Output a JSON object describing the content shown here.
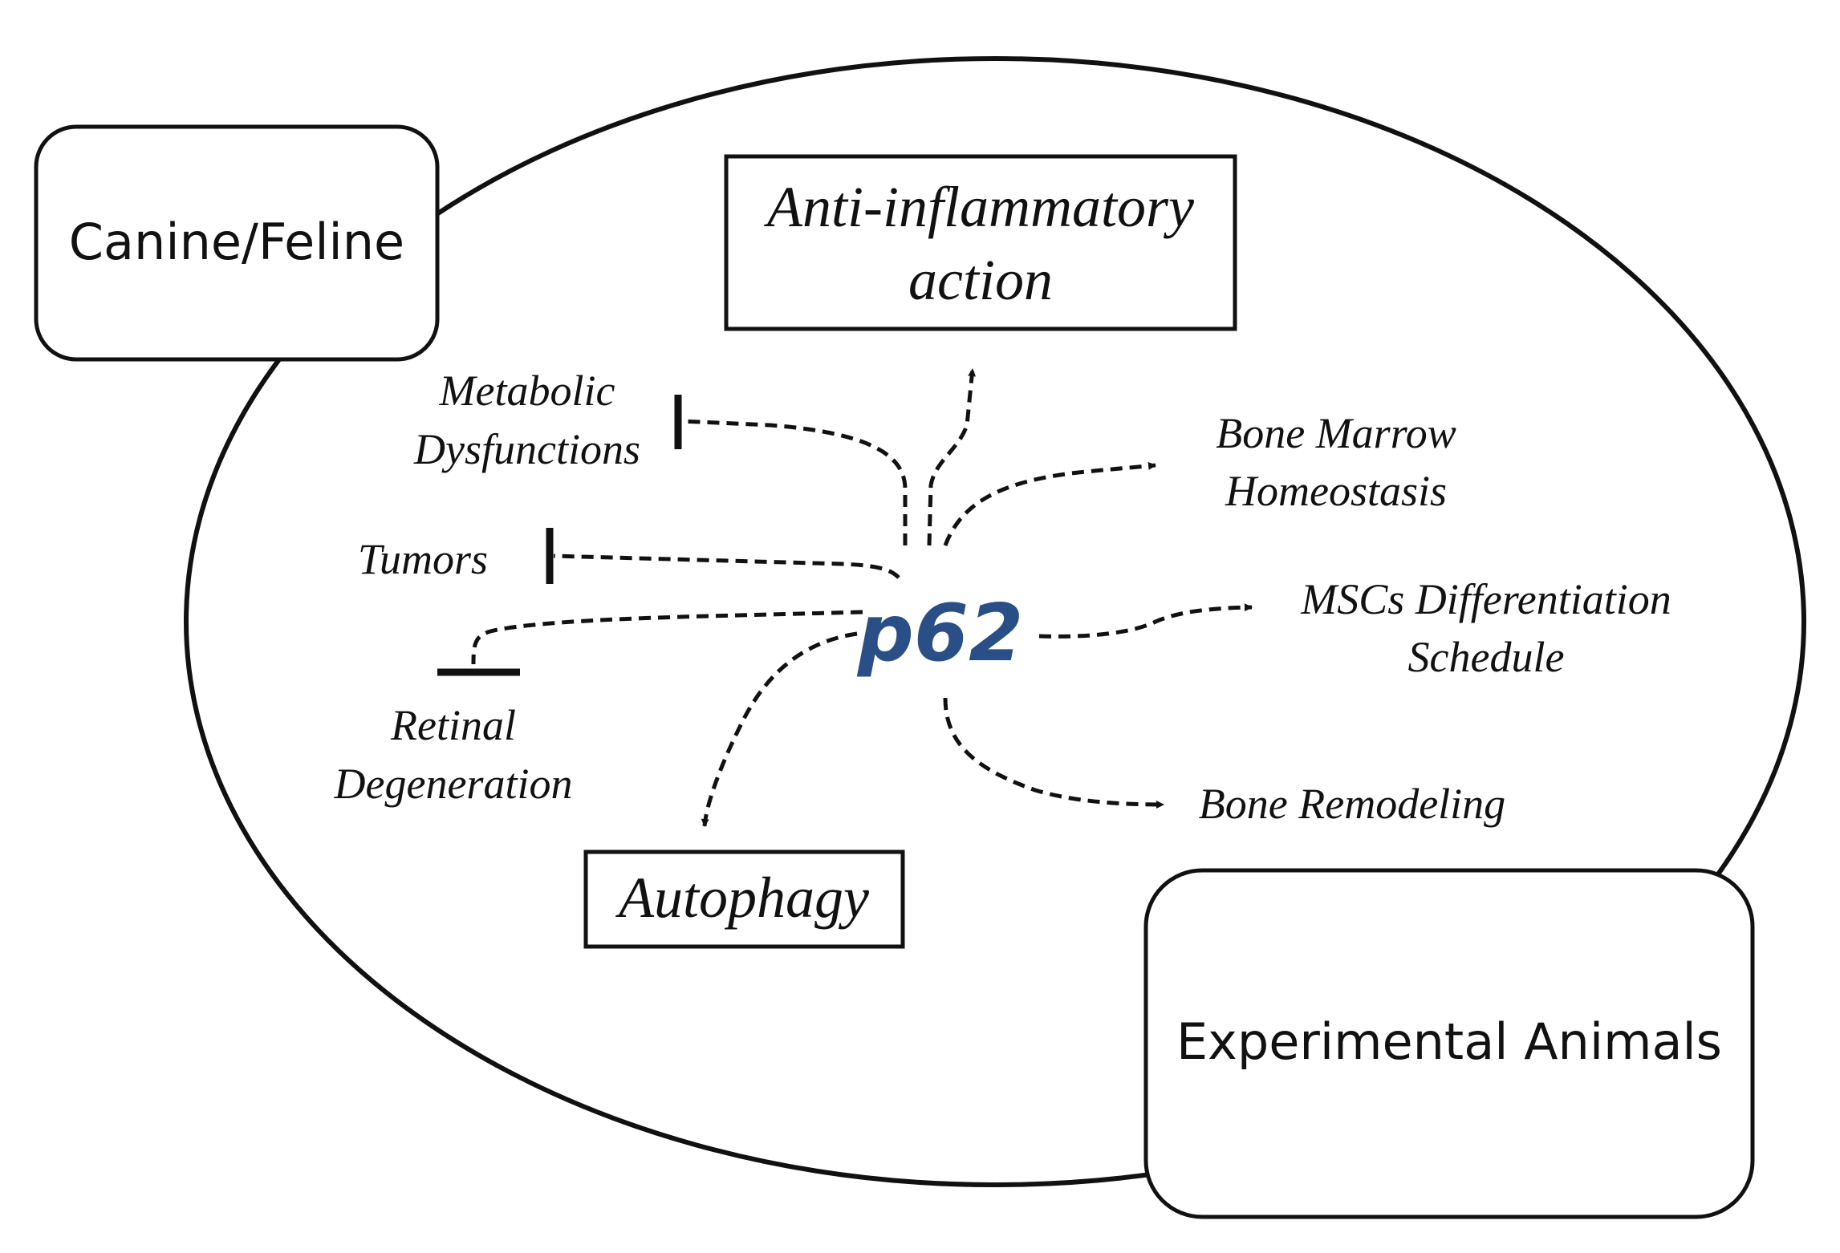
{
  "center": {
    "label": "p62",
    "color": "#2a4e86"
  },
  "boxes": {
    "canine_feline": "Canine/Feline",
    "experimental_animals": "Experimental Animals",
    "anti_inflammatory_line1": "Anti-inflammatory",
    "anti_inflammatory_line2": "action",
    "autophagy": "Autophagy"
  },
  "labels": {
    "metabolic_line1": "Metabolic",
    "metabolic_line2": "Dysfunctions",
    "tumors": "Tumors",
    "retinal_line1": "Retinal",
    "retinal_line2": "Degeneration",
    "bone_marrow_line1": "Bone Marrow",
    "bone_marrow_line2": "Homeostasis",
    "mscs_line1": "MSCs Differentiation",
    "mscs_line2": "Schedule",
    "bone_remodeling": "Bone Remodeling"
  },
  "colors": {
    "stroke": "#111111",
    "background": "#ffffff"
  }
}
